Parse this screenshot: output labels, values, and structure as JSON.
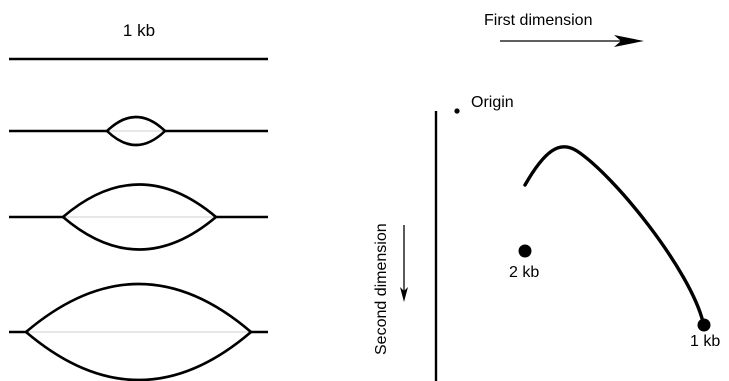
{
  "left_panel": {
    "scale_label": "1 kb"
  },
  "right_panel": {
    "first_dimension_label": "First dimension",
    "second_dimension_label": "Second dimension",
    "origin_label": "Origin",
    "spot_2kb_label": "2 kb",
    "spot_1kb_label": "1 kb"
  }
}
